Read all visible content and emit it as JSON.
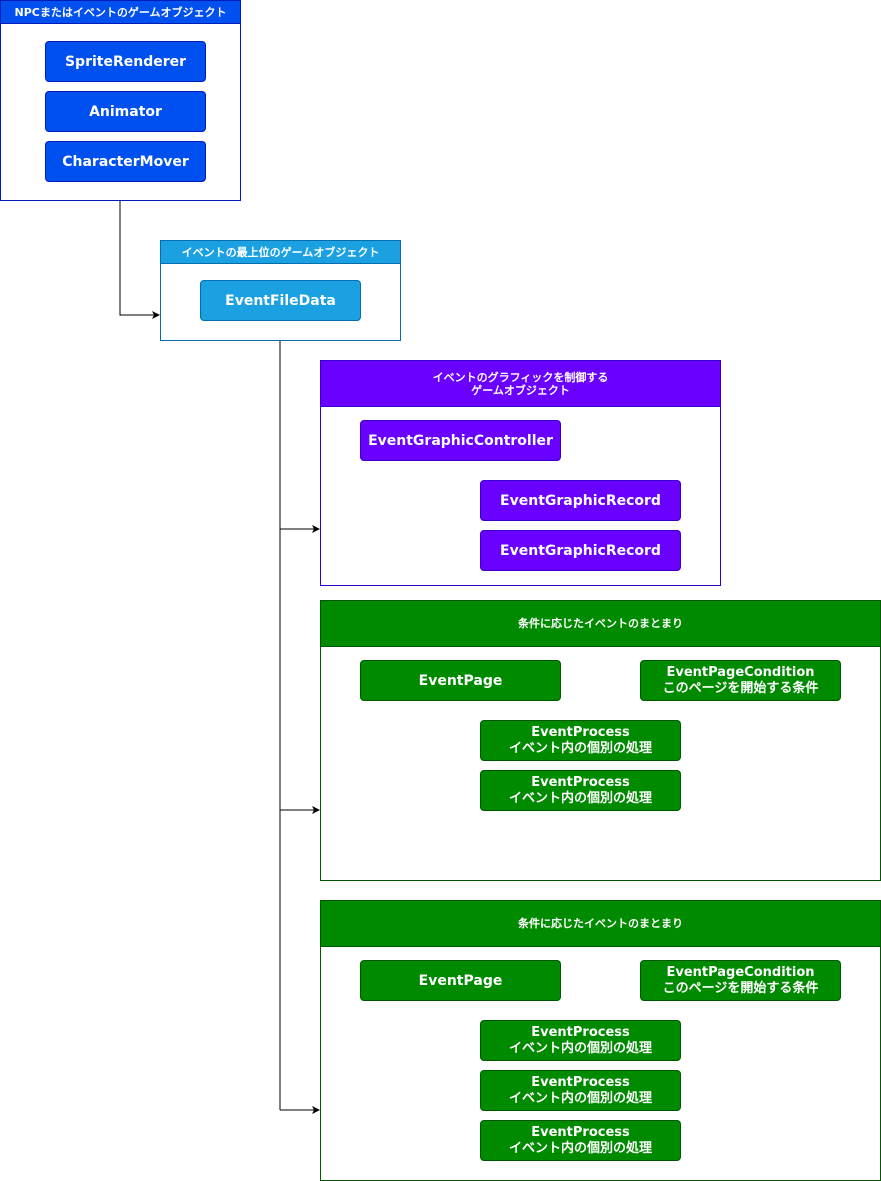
{
  "colors": {
    "blue": "#0050ef",
    "cyan": "#1ba1e2",
    "purple": "#6a00ff",
    "green": "#008a00",
    "green_dark": "#005700",
    "purple_dark": "#3700cc",
    "blue_dark": "#001dbc",
    "cyan_dark": "#006eaf",
    "connector": "#000000"
  },
  "npc_container": {
    "title": "NPCまたはイベントのゲームオブジェクト",
    "components": [
      "SpriteRenderer",
      "Animator",
      "CharacterMover"
    ]
  },
  "event_root": {
    "title": "イベントの最上位のゲームオブジェクト",
    "component": "EventFileData"
  },
  "graphic_container": {
    "title": "イベントのグラフィックを制御する\nゲームオブジェクト",
    "controller": "EventGraphicController",
    "records": [
      "EventGraphicRecord",
      "EventGraphicRecord"
    ]
  },
  "page_groups": [
    {
      "title": "条件に応じたイベントのまとまり",
      "page": "EventPage",
      "condition": {
        "name": "EventPageCondition",
        "desc": "このページを開始する条件"
      },
      "processes": [
        {
          "name": "EventProcess",
          "desc": "イベント内の個別の処理"
        },
        {
          "name": "EventProcess",
          "desc": "イベント内の個別の処理"
        }
      ]
    },
    {
      "title": "条件に応じたイベントのまとまり",
      "page": "EventPage",
      "condition": {
        "name": "EventPageCondition",
        "desc": "このページを開始する条件"
      },
      "processes": [
        {
          "name": "EventProcess",
          "desc": "イベント内の個別の処理"
        },
        {
          "name": "EventProcess",
          "desc": "イベント内の個別の処理"
        },
        {
          "name": "EventProcess",
          "desc": "イベント内の個別の処理"
        }
      ]
    }
  ]
}
